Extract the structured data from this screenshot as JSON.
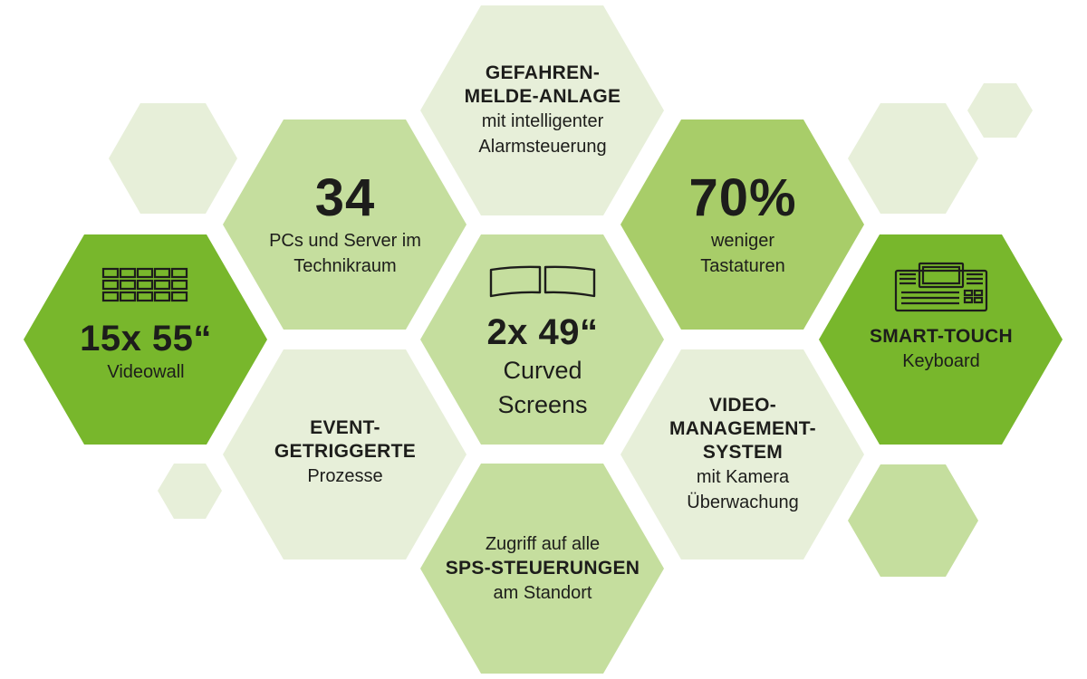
{
  "colors": {
    "palest": "#e7efd9",
    "pale": "#c5de9e",
    "medium": "#a8cd69",
    "accent": "#78b72c",
    "text": "#1d1d1b"
  },
  "hexagons": {
    "gefahrenmeldeanlage": {
      "line1": "GEFAHREN-",
      "line2": "MELDE-ANLAGE",
      "line3": "mit intelligenter",
      "line4": "Alarmsteuerung"
    },
    "pcs_server": {
      "number": "34",
      "line1": "PCs und Server im",
      "line2": "Technikraum"
    },
    "tastaturen": {
      "number": "70%",
      "line1": "weniger",
      "line2": "Tastaturen"
    },
    "videowall": {
      "icon": "videowall-grid-icon",
      "value": "15x 55“",
      "label": "Videowall"
    },
    "curved_screens": {
      "icon": "curved-screens-icon",
      "value": "2x 49“",
      "line1": "Curved",
      "line2": "Screens"
    },
    "smart_touch": {
      "icon": "keyboard-icon",
      "title": "SMART-TOUCH",
      "label": "Keyboard"
    },
    "event": {
      "line1": "EVENT-",
      "line2": "GETRIGGERTE",
      "line3": "Prozesse"
    },
    "videomanagement": {
      "line1": "VIDEO-",
      "line2": "MANAGEMENT-",
      "line3": "SYSTEM",
      "line4": "mit Kamera",
      "line5": "Überwachung"
    },
    "sps": {
      "line1": "Zugriff auf alle",
      "line2": "SPS-STEUERUNGEN",
      "line3": "am Standort"
    }
  }
}
